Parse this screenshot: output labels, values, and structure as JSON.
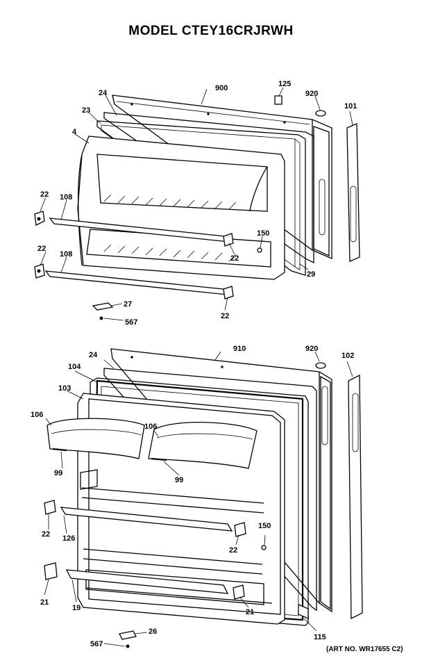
{
  "title": "MODEL CTEY16CRJRWH",
  "art_number": "(ART NO. WR17655 C2)",
  "upper_labels": {
    "l900": "900",
    "l125": "125",
    "l920": "920",
    "l101": "101",
    "l24": "24",
    "l23": "23",
    "l4": "4",
    "l22a": "22",
    "l108a": "108",
    "l22b": "22",
    "l108b": "108",
    "l150": "150",
    "l22c": "22",
    "l29": "29",
    "l27": "27",
    "l567": "567",
    "l22d": "22"
  },
  "lower_labels": {
    "l910": "910",
    "l920": "920",
    "l102": "102",
    "l24": "24",
    "l104": "104",
    "l103": "103",
    "l106a": "106",
    "l106b": "106",
    "l99a": "99",
    "l99b": "99",
    "l22a": "22",
    "l126": "126",
    "l150": "150",
    "l22b": "22",
    "l21a": "21",
    "l19": "19",
    "l21b": "21",
    "l115": "115",
    "l26": "26",
    "l567": "567"
  }
}
